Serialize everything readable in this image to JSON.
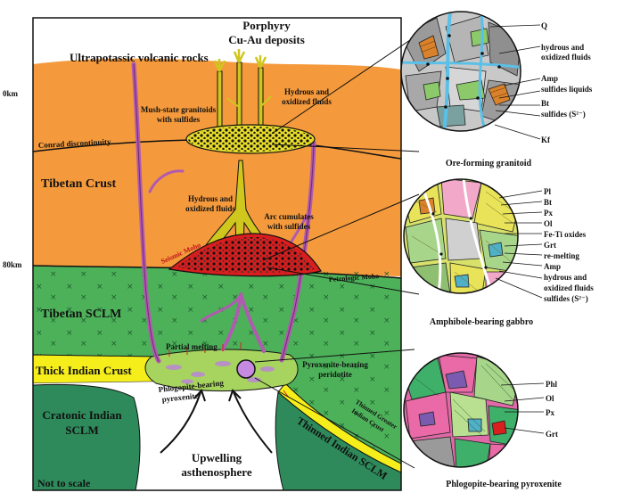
{
  "depth_labels": {
    "top": "0km",
    "mid": "80km"
  },
  "labels": {
    "ultrapotassic": "Ultrapotassic volcanic rocks",
    "porphyry_line1": "Porphyry",
    "porphyry_line2": "Cu-Au deposits",
    "hydrous_top_line1": "Hydrous and",
    "hydrous_top_line2": "oxidized fluids",
    "mush_line1": "Mush-state granitoids",
    "mush_line2": "with sulfides",
    "conrad": "Conrad discontinuity",
    "tibetan_crust": "Tibetan Crust",
    "hydrous_mid_line1": "Hydrous and",
    "hydrous_mid_line2": "oxidized fluids",
    "arc_line1": "Arc cumulates",
    "arc_line2": "with sulfides",
    "seismic_moho": "Seismic Moho",
    "petrologic_moho": "Petrologic Moho",
    "tibetan_sclm": "Tibetan SCLM",
    "partial_melting": "Partial melting",
    "thick_indian_crust": "Thick Indian Crust",
    "phlog_line1": "Phlogopite-bearing",
    "phlog_line2": "pyroxenite",
    "pyrox_line1": "Pyroxenite-bearing",
    "pyrox_line2": "peridotite",
    "thinned_greater_line1": "Thinned Greater",
    "thinned_greater_line2": "Indian Crust",
    "cratonic_line1": "Cratonic Indian",
    "cratonic_line2": "SCLM",
    "upwelling_line1": "Upwelling",
    "upwelling_line2": "asthenosphere",
    "thinned_sclm": "Thinned Indian SCLM",
    "not_to_scale": "Not to scale"
  },
  "insets": {
    "granitoid": {
      "caption": "Ore-forming granitoid",
      "legend": [
        "Q",
        "hydrous and",
        "oxidized fluids",
        "Amp",
        "sulfides liquids",
        "Bt",
        "sulfides (S²⁻)",
        "Kf"
      ]
    },
    "gabbro": {
      "caption": "Amphibole-bearing gabbro",
      "legend": [
        "Pl",
        "Bt",
        "Px",
        "Ol",
        "Fe-Ti oxides",
        "Grt",
        "re-melting",
        "Amp",
        "hydrous and",
        "oxidized fluids",
        "sulfides (S²⁻)"
      ]
    },
    "pyroxenite": {
      "caption": "Phlogopite-bearing pyroxenite",
      "legend": [
        "Phl",
        "Ol",
        "Px",
        "Grt"
      ]
    }
  },
  "colors": {
    "crust": "#F49A3C",
    "sclm": "#4DB15A",
    "thick_crust": "#F5EE1A",
    "cratonic": "#2F8A5B",
    "magma": "#B05AB0",
    "cumulate": "#D81E1E",
    "mush": "#E8DD2A",
    "porphyry": "#CFC61E"
  }
}
